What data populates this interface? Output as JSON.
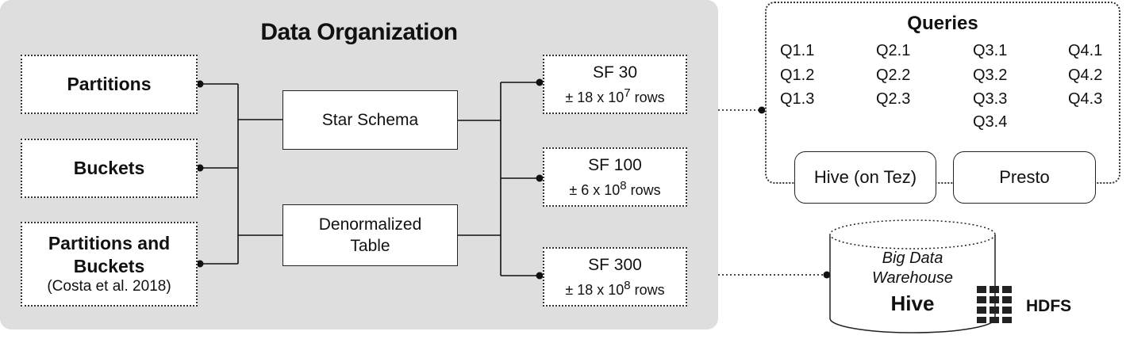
{
  "data_organization": {
    "title": "Data Organization",
    "strategies": [
      {
        "line1": "Partitions",
        "line2": "",
        "note": ""
      },
      {
        "line1": "Buckets",
        "line2": "",
        "note": ""
      },
      {
        "line1": "Partitions and",
        "line2": "Buckets",
        "note": "(Costa et al. 2018)"
      }
    ],
    "models": [
      {
        "line1": "Star Schema",
        "line2": ""
      },
      {
        "line1": "Denormalized",
        "line2": "Table"
      }
    ],
    "scale_factors": [
      {
        "name": "SF 30",
        "prefix": "± 18 x 10",
        "exp": "7",
        "suffix": " rows"
      },
      {
        "name": "SF 100",
        "prefix": "± 6 x 10",
        "exp": "8",
        "suffix": " rows"
      },
      {
        "name": "SF 300",
        "prefix": "± 18 x 10",
        "exp": "8",
        "suffix": " rows"
      }
    ]
  },
  "queries": {
    "title": "Queries",
    "columns": [
      [
        "Q1.1",
        "Q1.2",
        "Q1.3"
      ],
      [
        "Q2.1",
        "Q2.2",
        "Q2.3"
      ],
      [
        "Q3.1",
        "Q3.2",
        "Q3.3",
        "Q3.4"
      ],
      [
        "Q4.1",
        "Q4.2",
        "Q4.3"
      ]
    ],
    "engines": [
      "Hive (on Tez)",
      "Presto"
    ]
  },
  "warehouse": {
    "line1": "Big Data",
    "line2": "Warehouse",
    "name": "Hive",
    "storage": "HDFS"
  }
}
